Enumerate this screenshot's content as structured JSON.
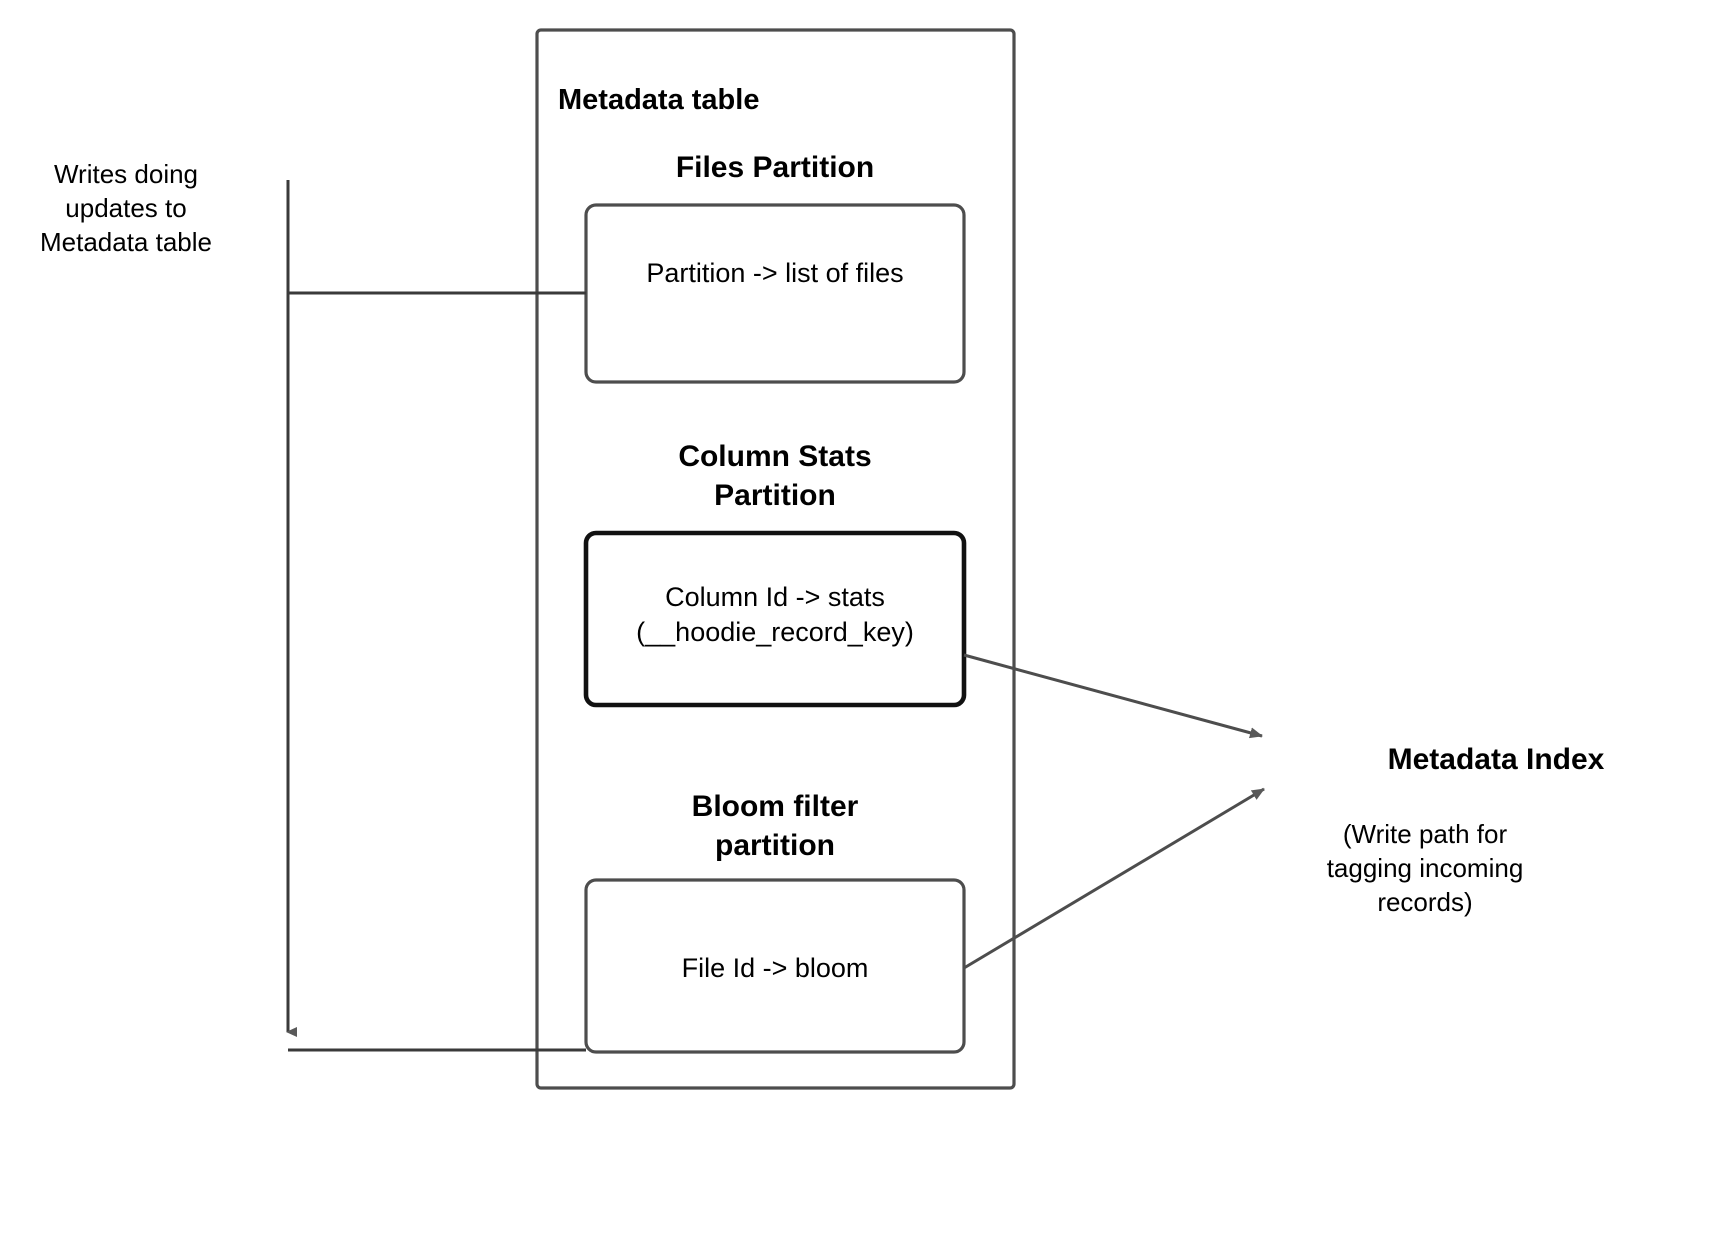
{
  "diagram": {
    "title": "Hudi Metadata Table partitions and Metadata Index write path",
    "background_color": "#ffffff",
    "stroke_color": "#4d4d4d",
    "stroke_color_dark": "#000000",
    "text_color": "#000000"
  },
  "annotations": {
    "writes_label": "Writes doing\nupdates to\nMetadata table"
  },
  "metadata_table": {
    "title": "Metadata table",
    "partitions": [
      {
        "id": "files",
        "heading": "Files Partition",
        "box_text": "Partition -> list of files",
        "emphasized": false
      },
      {
        "id": "column-stats",
        "heading": "Column Stats\nPartition",
        "box_text": "Column Id  -> stats\n(__hoodie_record_key)",
        "emphasized": true
      },
      {
        "id": "bloom-filter",
        "heading": "Bloom filter\npartition",
        "box_text": "File Id -> bloom",
        "emphasized": false
      }
    ]
  },
  "metadata_index": {
    "title": "Metadata Index",
    "note": "(Write path for\ntagging incoming\nrecords)"
  }
}
